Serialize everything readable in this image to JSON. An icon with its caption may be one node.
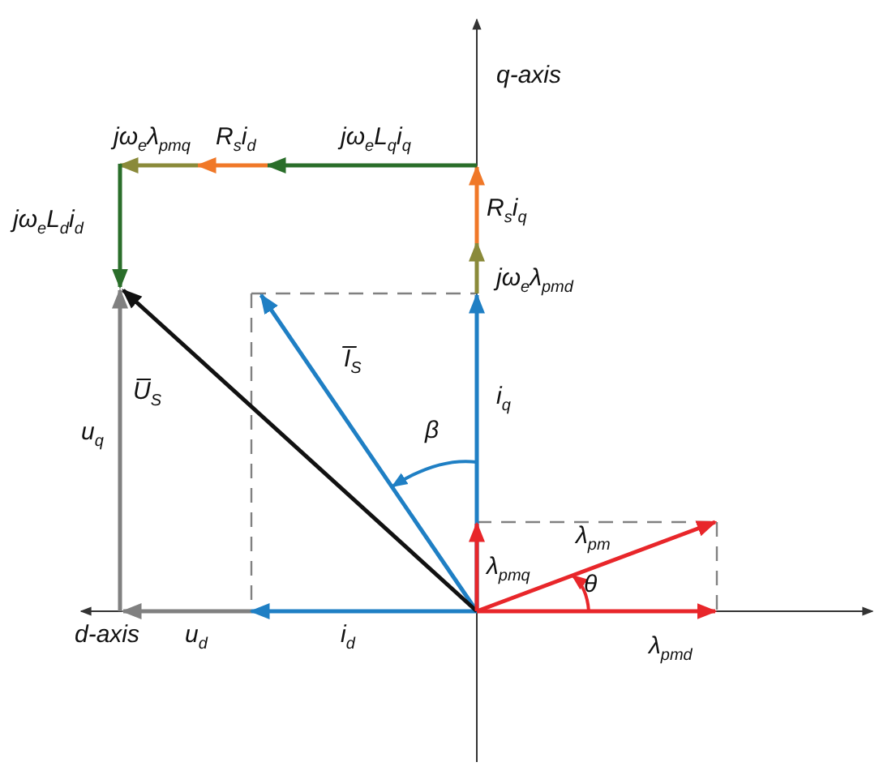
{
  "diagram": {
    "labels": [
      "q-axis",
      "jω$_{e}$λ$_{pmq}$",
      "R$_{s}$i$_{d}$",
      "jω$_{e}$L$_{q}$i$_{q}$",
      "jω$_{e}$L$_{d}$i$_{d}$",
      "R$_{s}$i$_{q}$",
      "jω$_{e}$λ$_{pmd}$",
      "I̅$_{S}$",
      "U̅$_{S}$",
      "β",
      "i$_{q}$",
      "u$_{q}$",
      "λ$_{pm}$",
      "λ$_{pmq}$",
      "θ",
      "d-axis",
      "u$_{d}$",
      "i$_{d}$",
      "λ$_{pmd}$"
    ]
  }
}
